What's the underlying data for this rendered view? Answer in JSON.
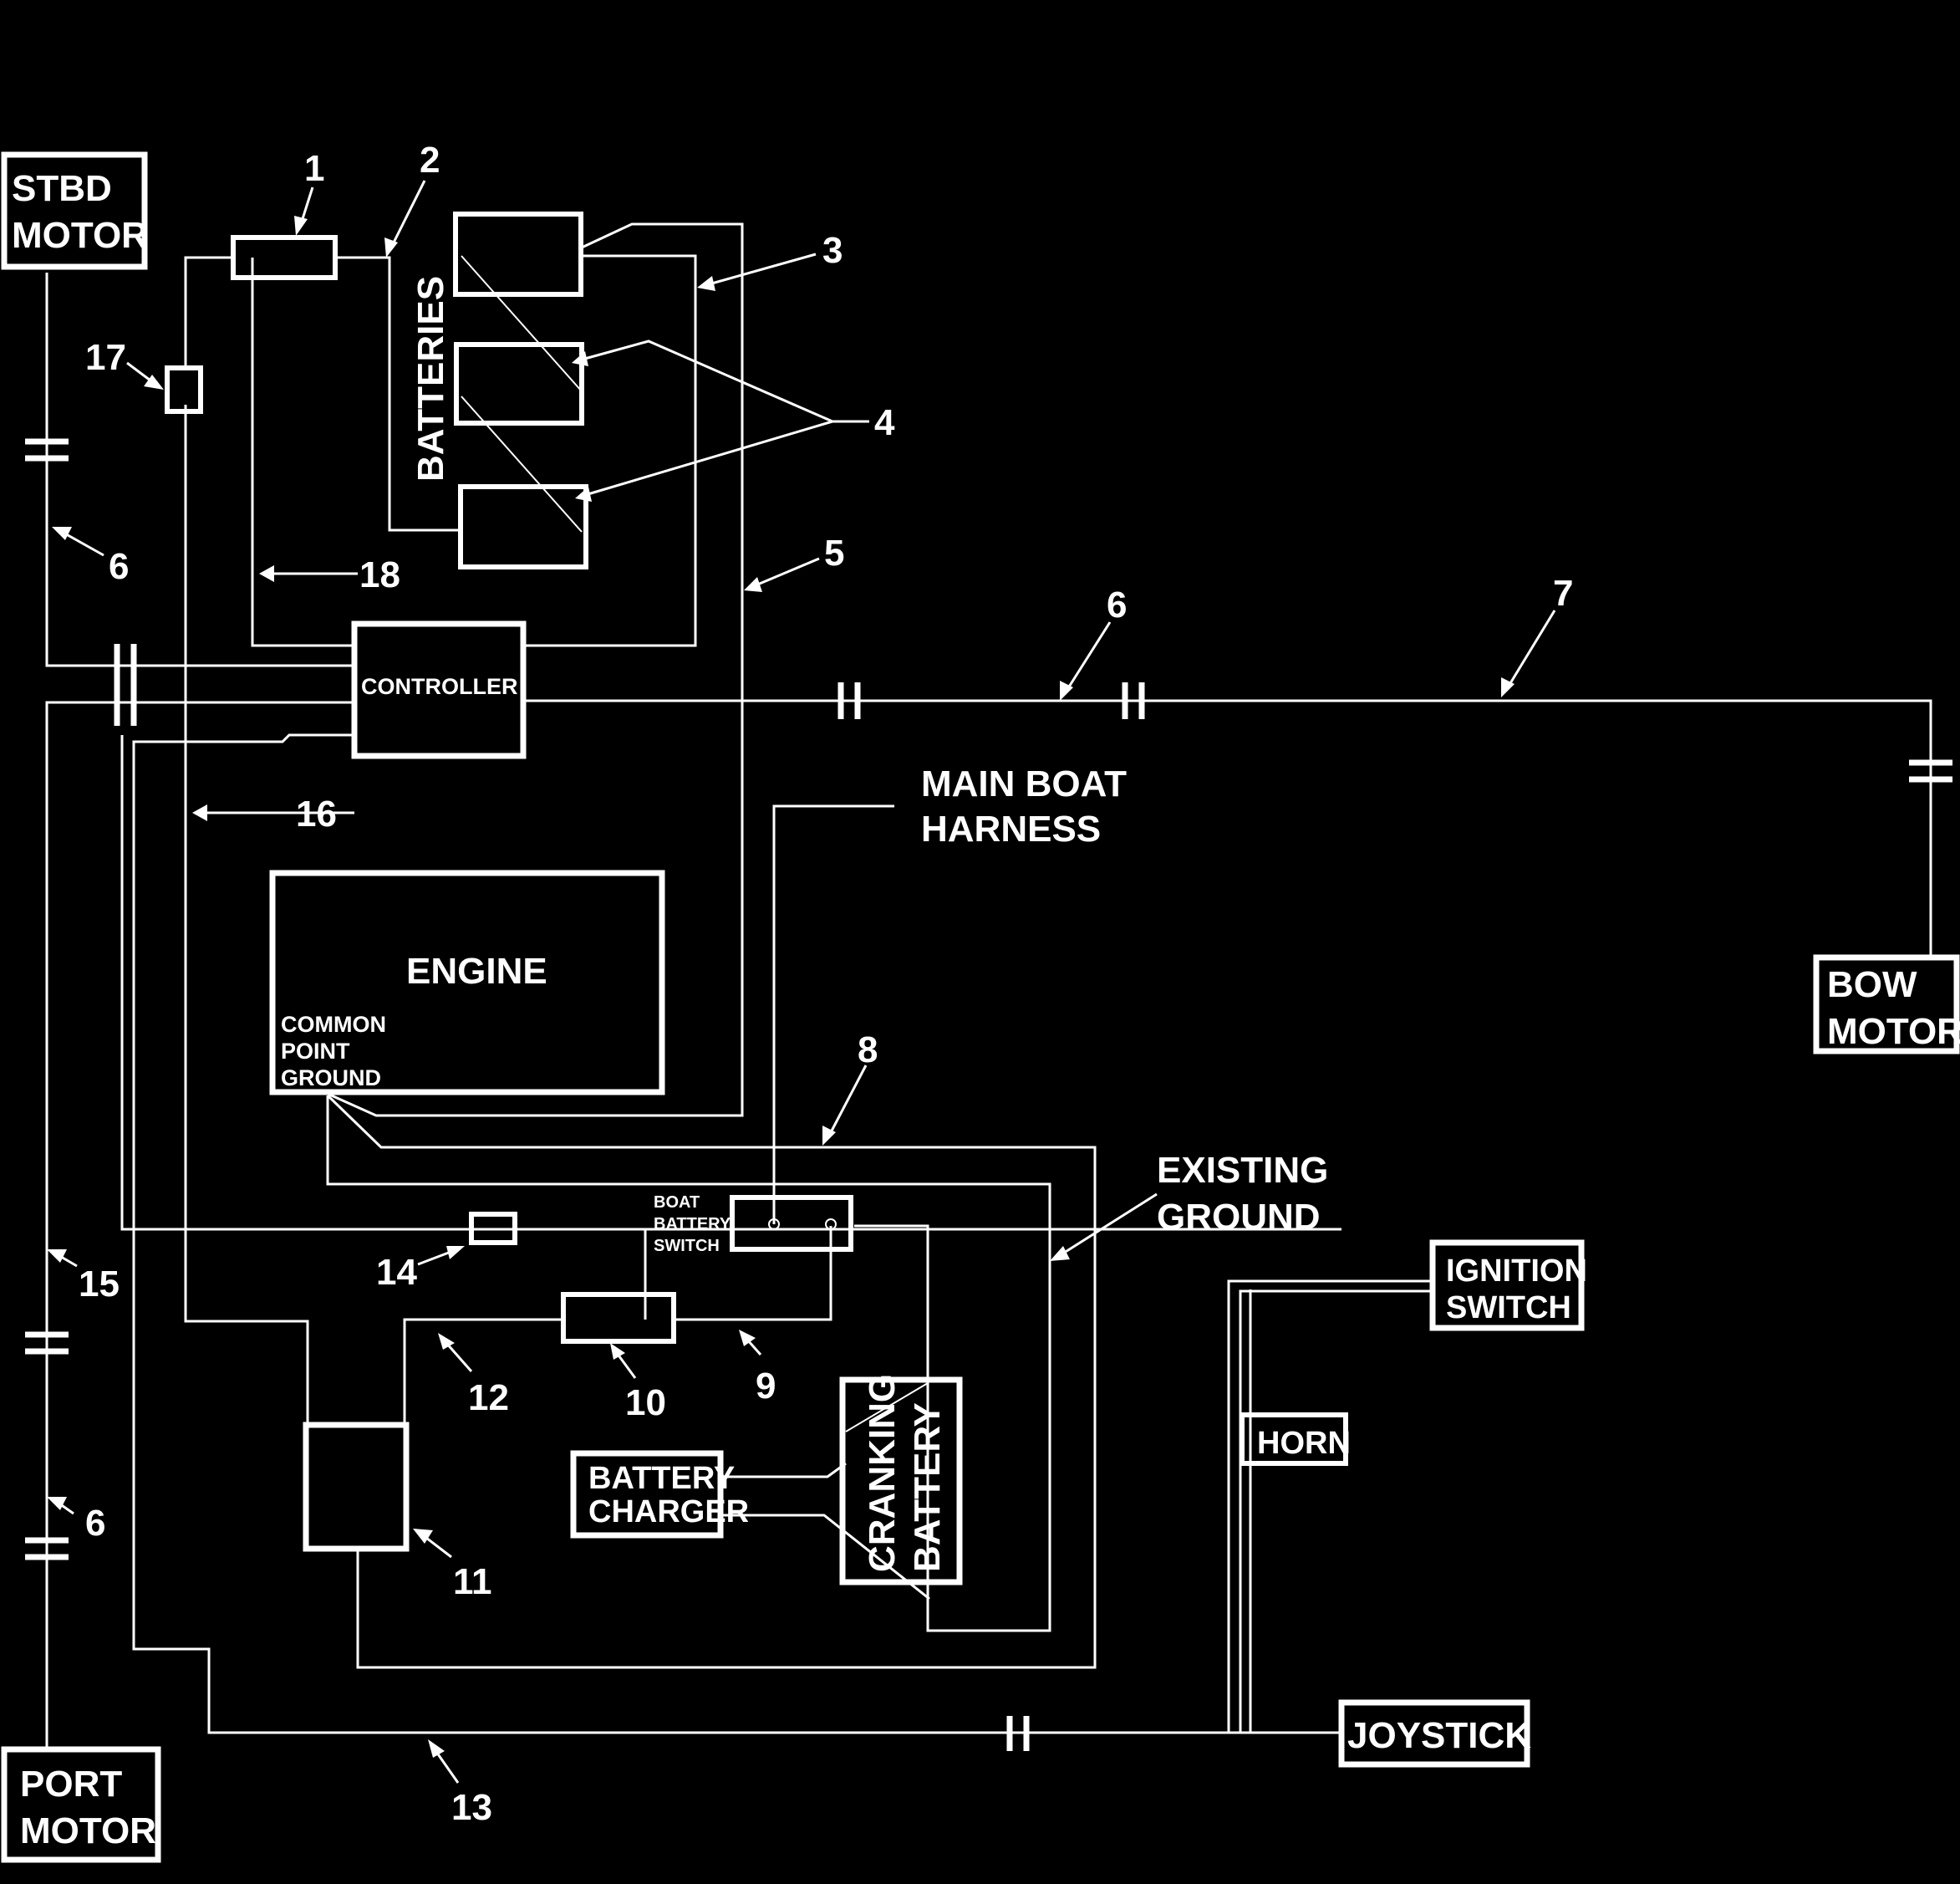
{
  "components": {
    "stbd_motor": [
      "STBD",
      "MOTOR"
    ],
    "port_motor": [
      "PORT",
      "MOTOR"
    ],
    "bow_motor": [
      "BOW",
      "MOTOR"
    ],
    "batteries": "BATTERIES",
    "controller": "CONTROLLER",
    "engine": "ENGINE",
    "common_point_ground": [
      "COMMON",
      "POINT",
      "GROUND"
    ],
    "main_boat_harness": [
      "MAIN BOAT",
      "HARNESS"
    ],
    "boat_battery_switch": [
      "BOAT",
      "BATTERY",
      "SWITCH"
    ],
    "existing_ground": [
      "EXISTING",
      "GROUND"
    ],
    "ignition_switch": [
      "IGNITION",
      "SWITCH"
    ],
    "horn": "HORN",
    "joystick": "JOYSTICK",
    "battery_charger": [
      "BATTERY",
      "CHARGER"
    ],
    "cranking_battery": [
      "CRANKING",
      "BATTERY"
    ]
  },
  "callouts": {
    "n1": "1",
    "n2": "2",
    "n3": "3",
    "n4": "4",
    "n5": "5",
    "n6a": "6",
    "n6b": "6",
    "n6c": "6",
    "n7": "7",
    "n8": "8",
    "n9": "9",
    "n10": "10",
    "n11": "11",
    "n12": "12",
    "n13": "13",
    "n14": "14",
    "n15": "15",
    "n16": "16",
    "n17": "17",
    "n18": "18"
  }
}
